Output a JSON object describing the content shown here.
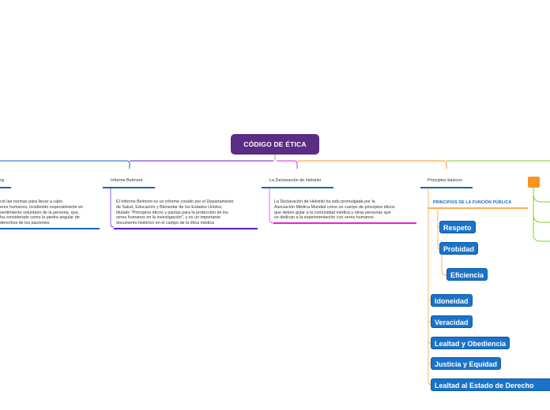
{
  "root": {
    "label": "CÓDIGO DE ÉTICA"
  },
  "branches": [
    {
      "label": "rg",
      "text": "ció las normas para llevar a cabo\neres humanos, incidiendo especialmente en\nsentimiento voluntario de la persona, que,\nha considerado como la piedra angular de\nderechos de los pacientes"
    },
    {
      "label": "Informe Belmont",
      "text": "El Informe Belmont es un informe creado por el Departamento\nde Salud, Educación y Bienestar de los Estados Unidos,\ntitulado \"Principios éticos y pautas para la protección de los\nseres humanos en la investigación\", y es un importante\ndocumento histórico en el campo de la ética médica"
    },
    {
      "label": "La Declaración de Helsinki",
      "text": "La Declaración de Helsinki ha sido promulgada por la\nAsociación Médica Mundial como un cuerpo de principios éticos\nque deben guiar a la comunidad médica y otras personas que\nse dedican a la experimentación con seres humanos"
    },
    {
      "label": "Principios básicos"
    }
  ],
  "principios": {
    "heading": "PRINCIPIOS DE LA FUNCIÓN PÚBLICA",
    "items": [
      "Respeto",
      "Probidad",
      "Eficiencia",
      "Idoneidad",
      "Veracidad",
      "Lealtad y Obediencia",
      "Justicia y Equidad",
      "Lealtad al Estado de Derecho"
    ]
  },
  "colors": {
    "root": "#5b2c83",
    "branch_blue": "#1565c0",
    "branch_purple": "#5c1ad6",
    "branch_magenta": "#e81ee0",
    "branch_orange": "#f7941d",
    "branch_green": "#7ed321",
    "pill": "#1a73c9"
  }
}
